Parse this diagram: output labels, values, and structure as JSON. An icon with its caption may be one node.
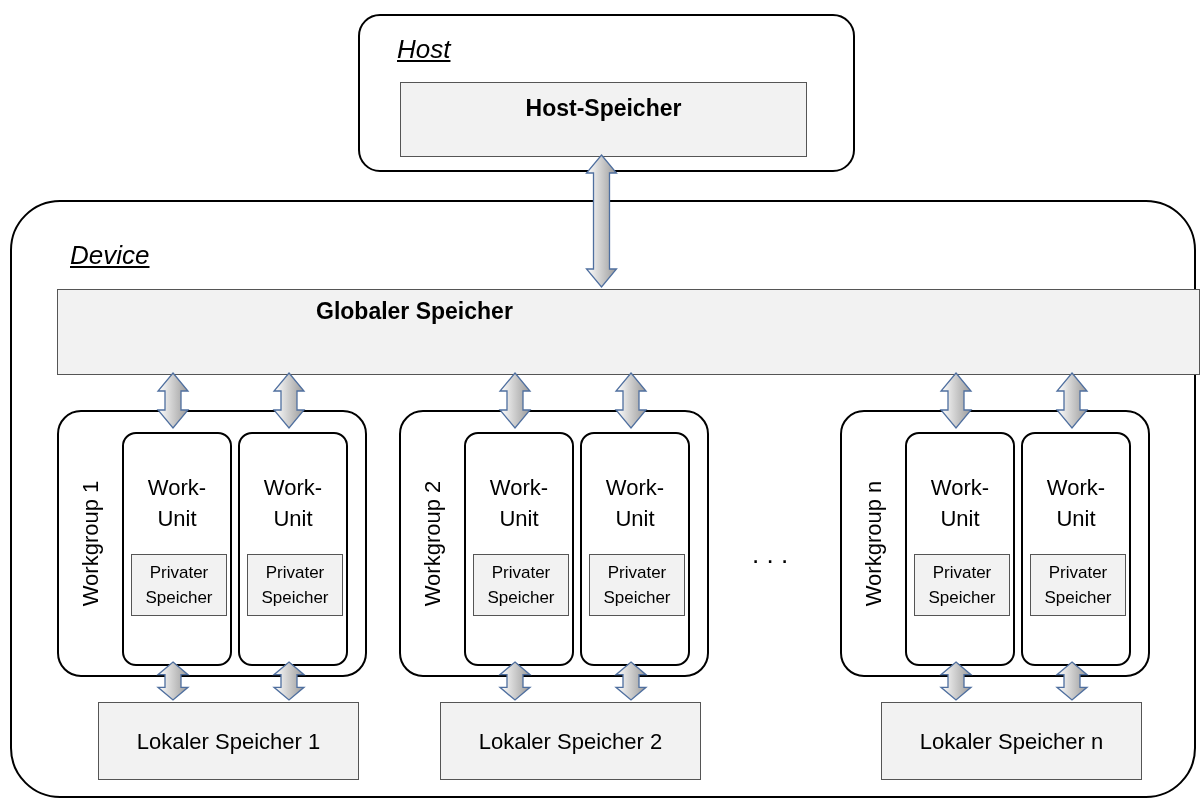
{
  "diagram": {
    "nodes": [
      {
        "text": [
          "Host"
        ]
      },
      {
        "text": [
          "Host-Speicher"
        ],
        "in": 0
      },
      {
        "text": [
          "Device"
        ]
      },
      {
        "text": [
          "Globaler Speicher"
        ],
        "in": 2
      },
      {
        "text": [
          "Workgroup 1"
        ],
        "in": 2
      },
      {
        "text": [
          "Work- Unit"
        ],
        "in": 4
      },
      {
        "text": [
          "Privater Speicher"
        ],
        "in": 5
      },
      {
        "text": [
          "Work- Unit"
        ],
        "in": 4
      },
      {
        "text": [
          "Privater Speicher"
        ],
        "in": 7
      },
      {
        "text": [
          "Lokaler Speicher 1"
        ],
        "in": 2
      },
      {
        "text": [
          "Workgroup 2"
        ],
        "in": 2
      },
      {
        "text": [
          "Work- Unit"
        ],
        "in": 10
      },
      {
        "text": [
          "Privater Speicher"
        ],
        "in": 11
      },
      {
        "text": [
          "Work- Unit"
        ],
        "in": 10
      },
      {
        "text": [
          "Privater Speicher"
        ],
        "in": 13
      },
      {
        "text": [
          "Lokaler Speicher 2"
        ],
        "in": 2
      },
      {
        "text": [
          "Workgroup n"
        ],
        "in": 2
      },
      {
        "text": [
          "Work- Unit"
        ],
        "in": 16
      },
      {
        "text": [
          "Privater Speicher"
        ],
        "in": 17
      },
      {
        "text": [
          "Work- Unit"
        ],
        "in": 16
      },
      {
        "text": [
          "Privater Speicher"
        ],
        "in": 19
      },
      {
        "text": [
          "Lokaler Speicher n"
        ],
        "in": 2
      }
    ],
    "edges": [
      {
        "from": 1,
        "to": 3,
        "arrow": "both"
      },
      {
        "from": 3,
        "to": 5,
        "arrow": "both"
      },
      {
        "from": 3,
        "to": 7,
        "arrow": "both"
      },
      {
        "from": 5,
        "to": 9,
        "arrow": "both"
      },
      {
        "from": 7,
        "to": 9,
        "arrow": "both"
      },
      {
        "from": 3,
        "to": 11,
        "arrow": "both"
      },
      {
        "from": 3,
        "to": 13,
        "arrow": "both"
      },
      {
        "from": 11,
        "to": 15,
        "arrow": "both"
      },
      {
        "from": 13,
        "to": 15,
        "arrow": "both"
      },
      {
        "from": 3,
        "to": 17,
        "arrow": "both"
      },
      {
        "from": 3,
        "to": 19,
        "arrow": "both"
      },
      {
        "from": 17,
        "to": 21,
        "arrow": "both"
      },
      {
        "from": 19,
        "to": 21,
        "arrow": "both"
      }
    ],
    "labels": [
      ". . ."
    ]
  }
}
